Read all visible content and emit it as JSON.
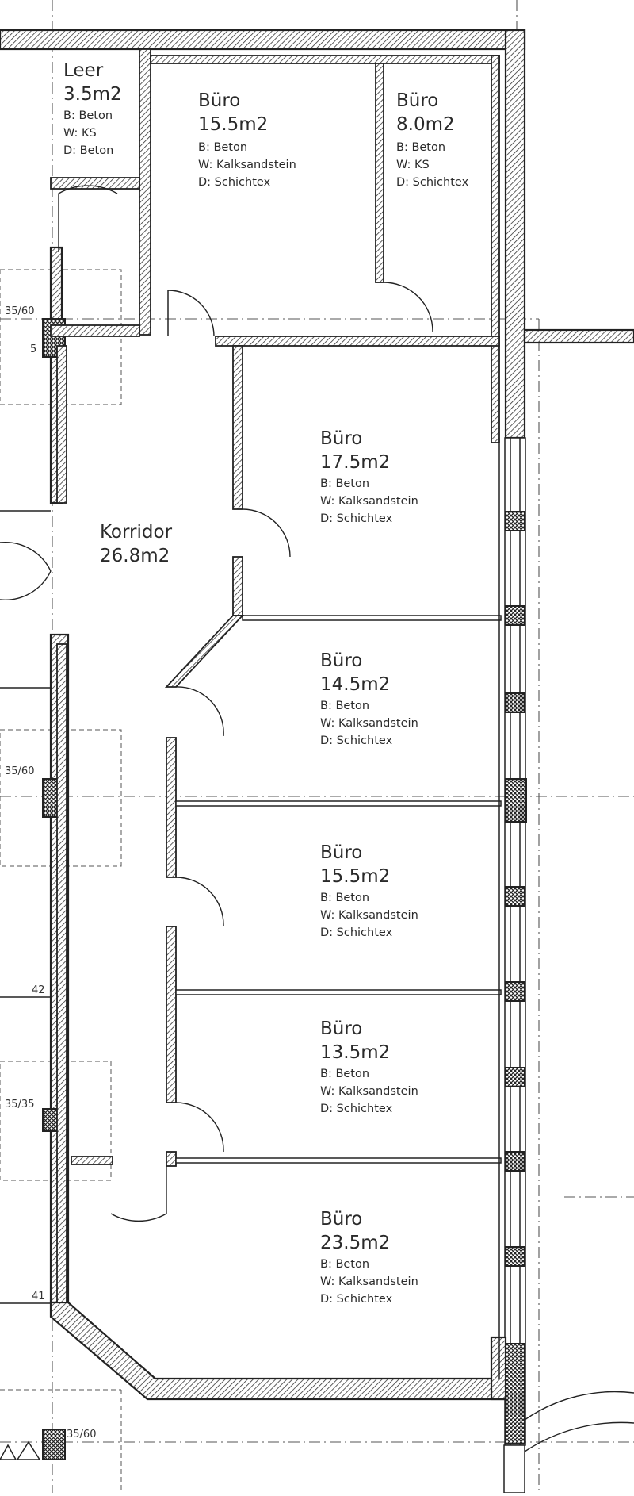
{
  "rooms": {
    "leer": {
      "name": "Leer",
      "area": "3.5m2",
      "b": "B:  Beton",
      "w": "W:  KS",
      "d": "D:  Beton"
    },
    "buero1": {
      "name": "Büro",
      "area": "15.5m2",
      "b": "B:  Beton",
      "w": "W:  Kalksandstein",
      "d": "D:  Schichtex"
    },
    "buero2": {
      "name": "Büro",
      "area": "8.0m2",
      "b": "B:  Beton",
      "w": "W:  KS",
      "d": "D:  Schichtex"
    },
    "buero3": {
      "name": "Büro",
      "area": "17.5m2",
      "b": "B:  Beton",
      "w": "W: Kalksandstein",
      "d": "D:  Schichtex"
    },
    "korridor": {
      "name": "Korridor",
      "area": "26.8m2"
    },
    "buero4": {
      "name": "Büro",
      "area": "14.5m2",
      "b": "B:  Beton",
      "w": "W: Kalksandstein",
      "d": "D:  Schichtex"
    },
    "buero5": {
      "name": "Büro",
      "area": "15.5m2",
      "b": "B:  Beton",
      "w": "W: Kalksandstein",
      "d": "D:  Schichtex"
    },
    "buero6": {
      "name": "Büro",
      "area": "13.5m2",
      "b": "B:  Beton",
      "w": "W: Kalksandstein",
      "d": "D:  Schichtex"
    },
    "buero7": {
      "name": "Büro",
      "area": "23.5m2",
      "b": "B:  Beton",
      "w": "W: Kalksandstein",
      "d": "D:  Schichtex"
    }
  },
  "dimensions": {
    "d1": "35/60",
    "d2": "5",
    "d3": "35/60",
    "d4": "42",
    "d5": "35/35",
    "d6": "41",
    "d7": "35/60"
  }
}
